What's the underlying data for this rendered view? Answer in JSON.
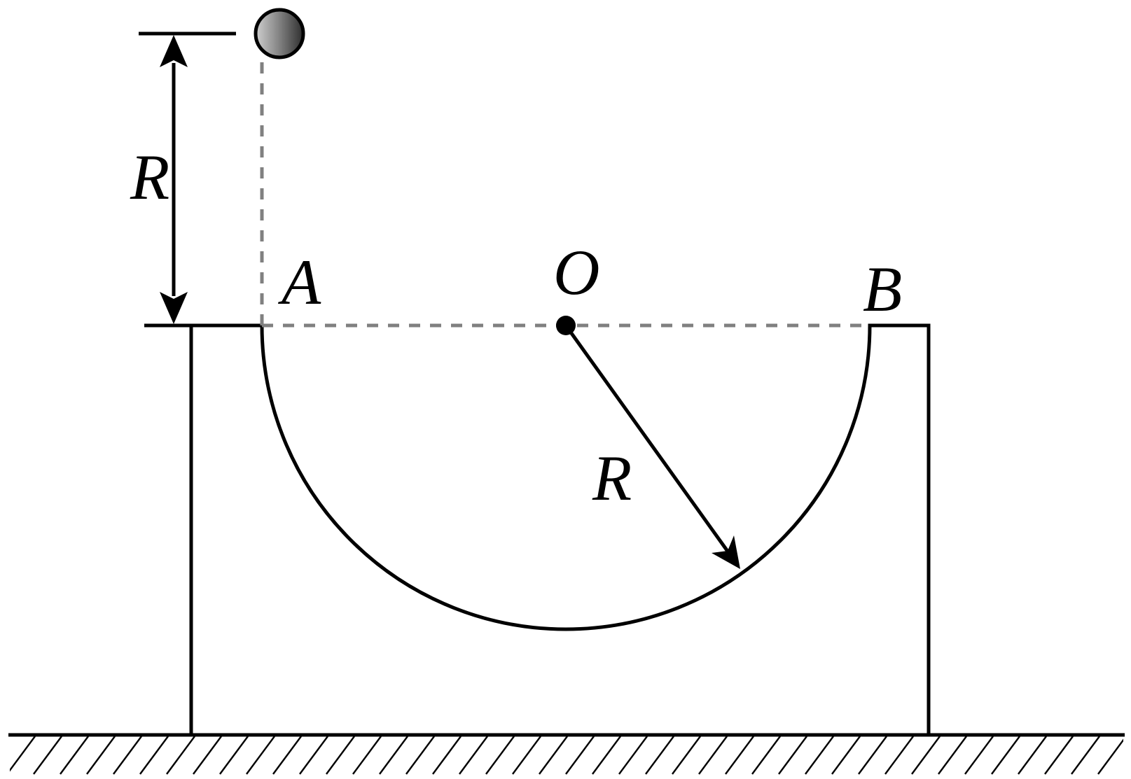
{
  "labels": {
    "point_a": "A",
    "center_o": "O",
    "point_b": "B",
    "height_r": "R",
    "radius_r": "R"
  },
  "colors": {
    "line": "#000000",
    "dashed_guide": "#808080",
    "ball_light": "#cfcfcf",
    "ball_dark": "#3a3a3a",
    "background": "#ffffff"
  }
}
